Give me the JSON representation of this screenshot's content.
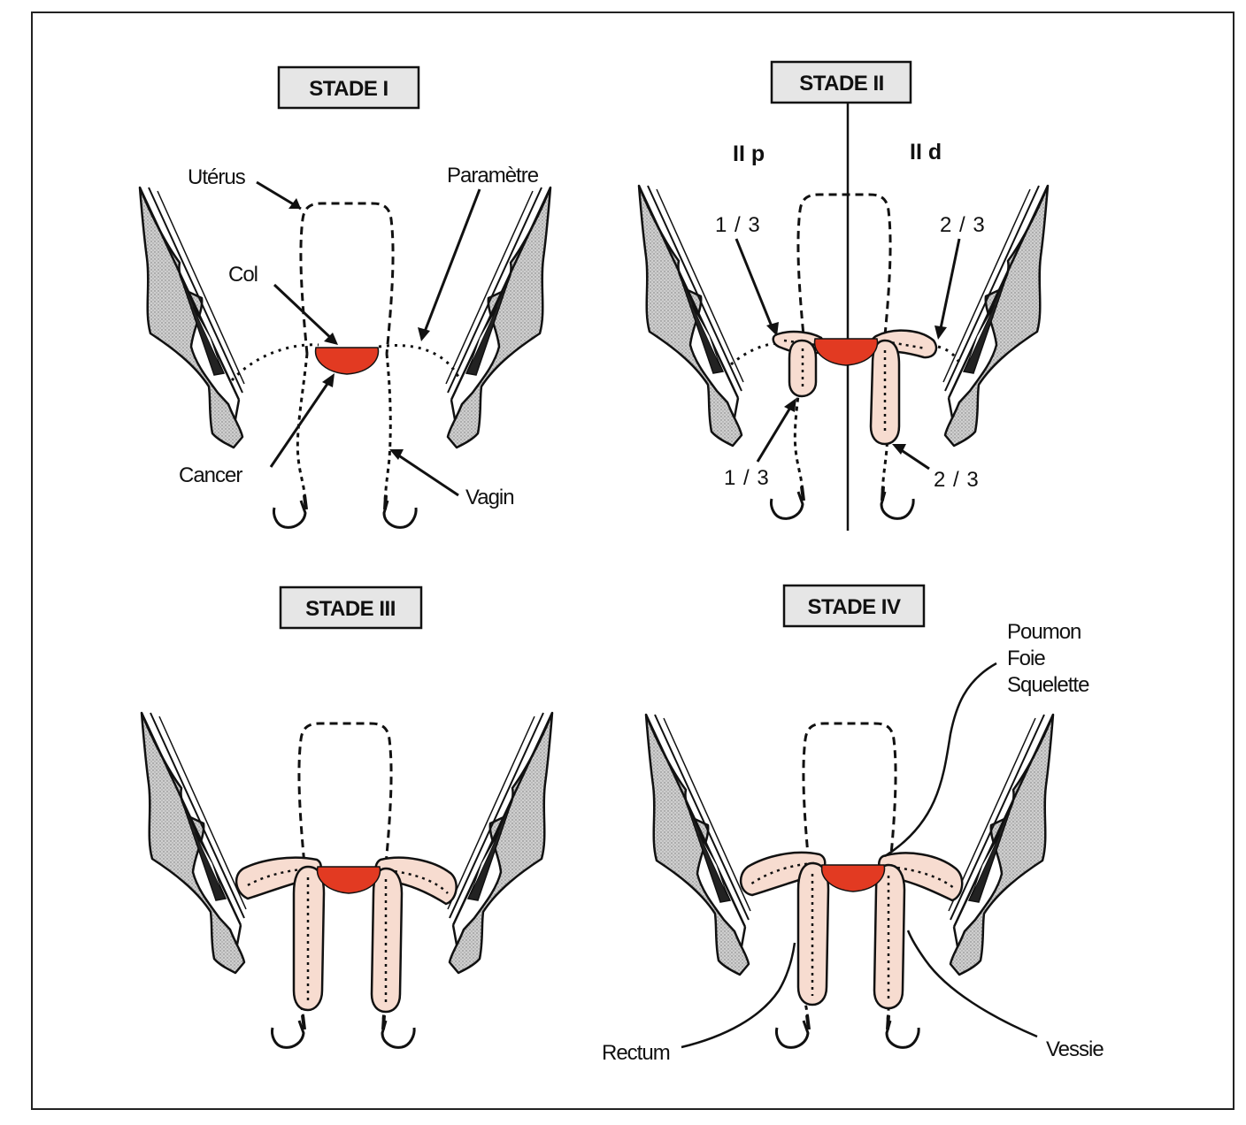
{
  "colors": {
    "tumor": "#e23a22",
    "extension": "#f7dcd0",
    "bone": "#c8c8c8",
    "ink": "#111111",
    "stage_box": "#e6e6e6"
  },
  "stages": [
    {
      "title": "STADE I"
    },
    {
      "title": "STADE II",
      "left_sub": "II p",
      "right_sub": "II d"
    },
    {
      "title": "STADE III"
    },
    {
      "title": "STADE IV"
    }
  ],
  "labels": {
    "uterus": "Utérus",
    "parametre": "Paramètre",
    "col": "Col",
    "cancer": "Cancer",
    "vagin": "Vagin",
    "one_third": "1 / 3",
    "two_thirds": "2 / 3",
    "metastases": [
      "Poumon",
      "Foie",
      "Squelette"
    ],
    "rectum": "Rectum",
    "vessie": "Vessie"
  }
}
